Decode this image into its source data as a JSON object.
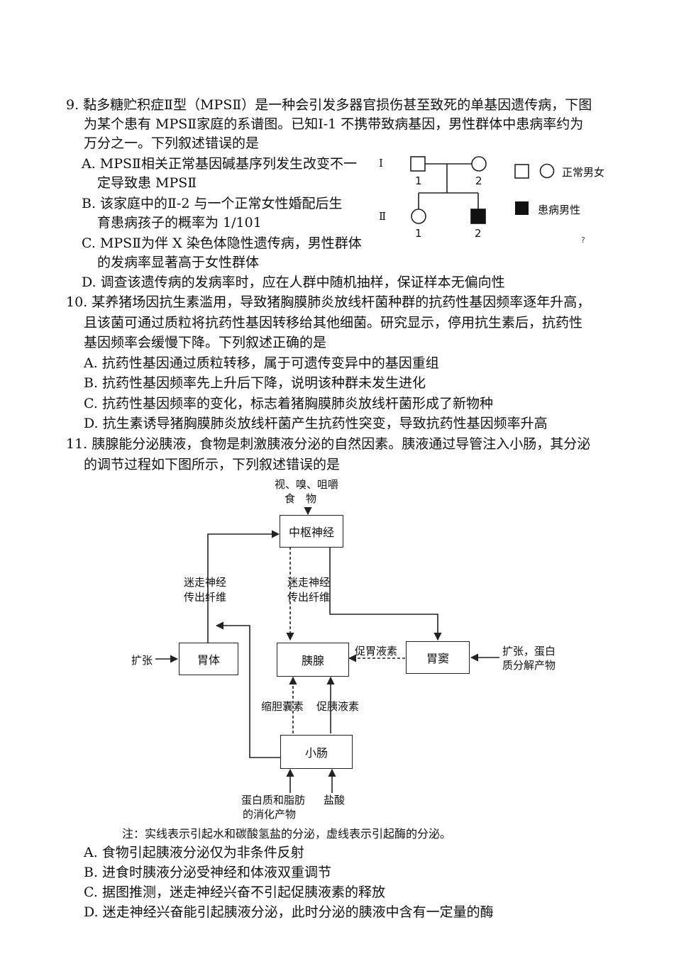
{
  "q9": {
    "stem": [
      "9. 黏多糖贮积症Ⅱ型（MPSⅡ）是一种会引发多器官损伤甚至致死的单基因遗传病，下图",
      "为某个患有 MPSⅡ家庭的系谱图。已知Ⅰ-1 不携带致病基因，男性群体中患病率约为",
      "万分之一。下列叙述错误的是"
    ],
    "options": [
      "A. MPSⅡ相关正常基因碱基序列发生改变不一",
      "定导致患 MPSⅡ",
      "B. 该家庭中的Ⅱ-2 与一个正常女性婚配后生",
      "育患病孩子的概率为 1/101",
      "C. MPSⅡ为伴 X 染色体隐性遗传病，男性群体",
      "的发病率显著高于女性群体",
      "D. 调查该遗传病的发病率时，应在人群中随机抽样，保证样本无偏向性"
    ],
    "pedigree": {
      "gen1": "Ⅰ",
      "gen2": "Ⅱ",
      "n1a": "1",
      "n1b": "2",
      "n2a": "1",
      "n2b": "2",
      "legend_normal": "正常男女",
      "legend_affected": "患病男性",
      "stray_mark": "?"
    }
  },
  "q10": {
    "stem": [
      "10. 某养猪场因抗生素滥用，导致猪胸膜肺炎放线杆菌种群的抗药性基因频率逐年升高，",
      "且该菌可通过质粒将抗药性基因转移给其他细菌。研究显示，停用抗生素后，抗药性",
      "基因频率会缓慢下降。下列叙述正确的是"
    ],
    "options": [
      "A. 抗药性基因通过质粒转移，属于可遗传变异中的基因重组",
      "B. 抗药性基因频率先上升后下降，说明该种群未发生进化",
      "C. 抗药性基因频率的变化，标志着猪胸膜肺炎放线杆菌形成了新物种",
      "D. 抗生素诱导猪胸膜肺炎放线杆菌产生抗药性突变，导致抗药性基因频率升高"
    ]
  },
  "q11": {
    "stem": [
      "11. 胰腺能分泌胰液，食物是刺激胰液分泌的自然因素。胰液通过导管注入小肠，其分泌",
      "的调节过程如下图所示，下列叙述错误的是"
    ],
    "diagram": {
      "top_input_1": "视、嗅、咀嚼",
      "top_input_2": "食　物",
      "central": "中枢神经",
      "vagus_left_1": "迷走神经",
      "vagus_left_2": "传出纤维",
      "vagus_mid_1": "迷走神经",
      "vagus_mid_2": "传出纤维",
      "stomach_body": "胃体",
      "pancreas": "胰腺",
      "antrum": "胃窦",
      "expand_left": "扩张",
      "gastrin": "促胃液素",
      "expand_right_1": "扩张，蛋白",
      "expand_right_2": "质分解产物",
      "cck": "缩胆囊素",
      "secretin": "促胰液素",
      "intestine": "小肠",
      "bottom_left_1": "蛋白质和脂肪",
      "bottom_left_2": "的消化产物",
      "bottom_right": "盐酸"
    },
    "note": "注：实线表示引起水和碳酸氢盐的分泌，虚线表示引起酶的分泌。",
    "options": [
      "A. 食物引起胰液分泌仅为非条件反射",
      "B. 进食时胰液分泌受神经和体液双重调节",
      "C. 据图推测，迷走神经兴奋不引起促胰液素的释放",
      "D. 迷走神经兴奋能引起胰液分泌，此时分泌的胰液中含有一定量的酶"
    ]
  }
}
